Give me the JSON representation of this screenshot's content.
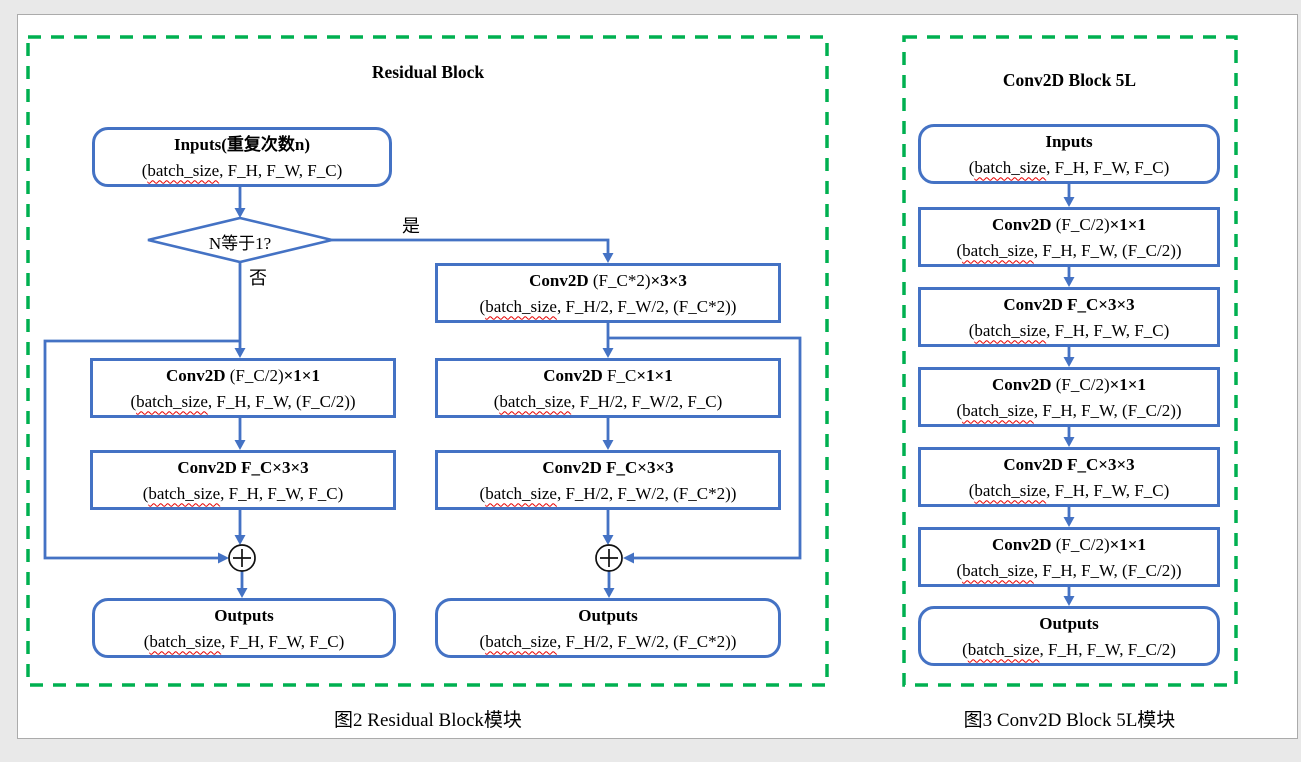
{
  "colors": {
    "accent_blue": "#4472C4",
    "dashed_green": "#00B050",
    "spellcheck_red": "#e60000",
    "page_background": "#e9e9e9",
    "surface": "#ffffff",
    "text": "#000000"
  },
  "figure_left": {
    "title": "Residual Block",
    "caption": "图2 Residual Block模块",
    "decision": {
      "label": "N等于1?",
      "yes": "是",
      "no": "否"
    },
    "nodes": {
      "inputs": {
        "t1": "Inputs(重复次数n)",
        "t2": "",
        "t3": "",
        "pre": "(",
        "word": "batch_size",
        "rest": ", F_H, F_W, F_C)"
      },
      "conv_a1": {
        "t1": "Conv2D",
        "t2": " (F_C/2)",
        "t3": "×1×1",
        "pre": "(",
        "word": "batch_size",
        "rest": ", F_H, F_W, (F_C/2))"
      },
      "conv_a2": {
        "t1": "Conv2D F_C×3×3",
        "t2": "",
        "t3": "",
        "pre": "(",
        "word": "batch_size",
        "rest": ", F_H, F_W, F_C)"
      },
      "outputs_a": {
        "t1": "Outputs",
        "t2": "",
        "t3": "",
        "pre": "(",
        "word": "batch_size",
        "rest": ", F_H, F_W, F_C)"
      },
      "conv_b0": {
        "t1": "Conv2D",
        "t2": " (F_C*2)",
        "t3": "×3×3",
        "pre": "(",
        "word": "batch_size",
        "rest": ", F_H/2, F_W/2, (F_C*2))"
      },
      "conv_b1": {
        "t1": "Conv2D",
        "t2": " F_C",
        "t3": "×1×1",
        "pre": "(",
        "word": "batch_size",
        "rest": ", F_H/2, F_W/2, F_C)"
      },
      "conv_b2": {
        "t1": "Conv2D F_C×3×3",
        "t2": "",
        "t3": "",
        "pre": "(",
        "word": "batch_size",
        "rest": ", F_H/2, F_W/2, (F_C*2))"
      },
      "outputs_b": {
        "t1": "Outputs",
        "t2": "",
        "t3": "",
        "pre": "(",
        "word": "batch_size",
        "rest": ", F_H/2, F_W/2, (F_C*2))"
      }
    }
  },
  "figure_right": {
    "title": "Conv2D Block 5L",
    "caption": "图3 Conv2D Block 5L模块",
    "nodes": {
      "inputs": {
        "t1": "Inputs",
        "t2": "",
        "t3": "",
        "pre": "(",
        "word": "batch_size",
        "rest": ", F_H, F_W, F_C)"
      },
      "conv1": {
        "t1": "Conv2D",
        "t2": " (F_C/2)",
        "t3": "×1×1",
        "pre": "(",
        "word": "batch_size",
        "rest": ", F_H, F_W, (F_C/2))"
      },
      "conv2": {
        "t1": "Conv2D F_C×3×3",
        "t2": "",
        "t3": "",
        "pre": "(",
        "word": "batch_size",
        "rest": ", F_H, F_W, F_C)"
      },
      "conv3": {
        "t1": "Conv2D",
        "t2": " (F_C/2)",
        "t3": "×1×1",
        "pre": "(",
        "word": "batch_size",
        "rest": ", F_H, F_W, (F_C/2))"
      },
      "conv4": {
        "t1": "Conv2D F_C×3×3",
        "t2": "",
        "t3": "",
        "pre": "(",
        "word": "batch_size",
        "rest": ", F_H, F_W, F_C)"
      },
      "conv5": {
        "t1": "Conv2D",
        "t2": " (F_C/2)",
        "t3": "×1×1",
        "pre": "(",
        "word": "batch_size",
        "rest": ", F_H, F_W, (F_C/2))"
      },
      "outputs": {
        "t1": "Outputs",
        "t2": "",
        "t3": "",
        "pre": "(",
        "word": "batch_size",
        "rest": ", F_H, F_W, F_C/2)"
      }
    }
  }
}
